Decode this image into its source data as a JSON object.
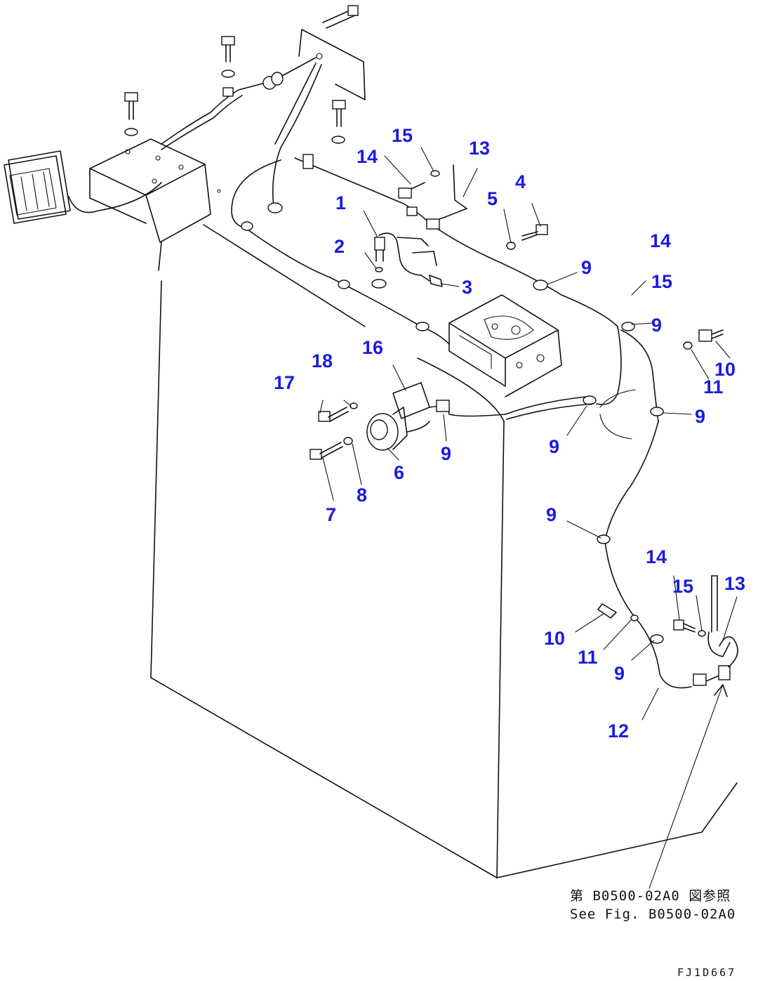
{
  "callouts": [
    {
      "id": "c1",
      "text": "1"
    },
    {
      "id": "c2",
      "text": "2"
    },
    {
      "id": "c3",
      "text": "3"
    },
    {
      "id": "c4",
      "text": "4"
    },
    {
      "id": "c5",
      "text": "5"
    },
    {
      "id": "c6",
      "text": "6"
    },
    {
      "id": "c7",
      "text": "7"
    },
    {
      "id": "c8",
      "text": "8"
    },
    {
      "id": "c9a",
      "text": "9"
    },
    {
      "id": "c9b",
      "text": "9"
    },
    {
      "id": "c9c",
      "text": "9"
    },
    {
      "id": "c9d",
      "text": "9"
    },
    {
      "id": "c9e",
      "text": "9"
    },
    {
      "id": "c9f",
      "text": "9"
    },
    {
      "id": "c9g",
      "text": "9"
    },
    {
      "id": "c10a",
      "text": "10"
    },
    {
      "id": "c10b",
      "text": "10"
    },
    {
      "id": "c11a",
      "text": "11"
    },
    {
      "id": "c11b",
      "text": "11"
    },
    {
      "id": "c12",
      "text": "12"
    },
    {
      "id": "c13a",
      "text": "13"
    },
    {
      "id": "c13b",
      "text": "13"
    },
    {
      "id": "c14a",
      "text": "14"
    },
    {
      "id": "c14b",
      "text": "14"
    },
    {
      "id": "c14c",
      "text": "14"
    },
    {
      "id": "c15a",
      "text": "15"
    },
    {
      "id": "c15b",
      "text": "15"
    },
    {
      "id": "c15c",
      "text": "15"
    },
    {
      "id": "c16",
      "text": "16"
    },
    {
      "id": "c17",
      "text": "17"
    },
    {
      "id": "c18",
      "text": "18"
    }
  ],
  "reference_note": {
    "japanese": "第 B0500-02A0 図参照",
    "english": "See Fig. B0500-02A0"
  },
  "figure_code": "FJ1D667",
  "colors": {
    "callout": "#1a1ae6",
    "linework": "#111111",
    "background": "#ffffff"
  }
}
